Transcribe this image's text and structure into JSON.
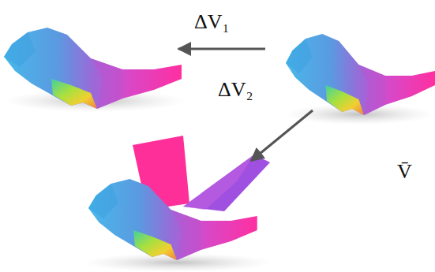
{
  "diagram": {
    "labels": [
      "ΔV₁",
      "ΔV₂",
      "V̄"
    ]
  }
}
